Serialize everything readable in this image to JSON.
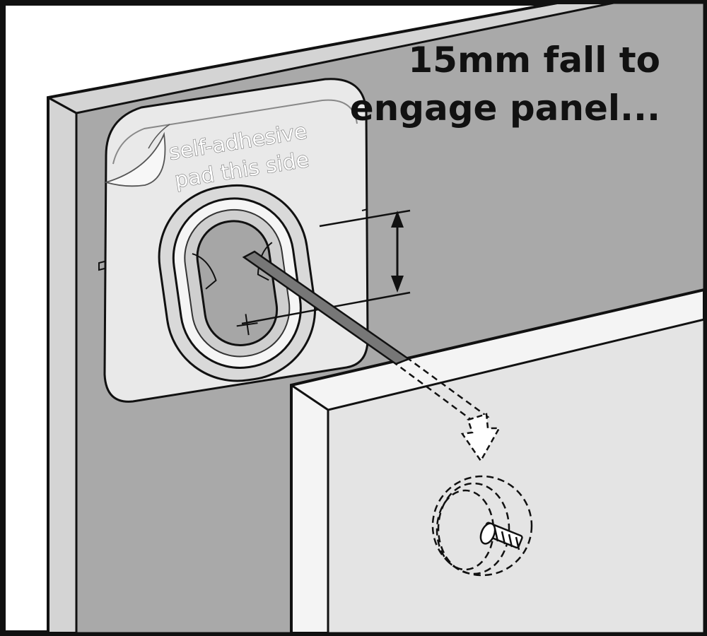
{
  "caption": {
    "line1": "15mm fall to",
    "line2": "engage panel..."
  },
  "pad_label": {
    "line1": "self-adhesive",
    "line2": "pad this side"
  },
  "colors": {
    "wall_panel": "#a9a9a9",
    "panel_edge": "#d4d4d4",
    "front_panel": "#e4e4e4",
    "front_panel_edge": "#f4f4f4",
    "pad": "#e9e9e9",
    "outline": "#111111"
  }
}
